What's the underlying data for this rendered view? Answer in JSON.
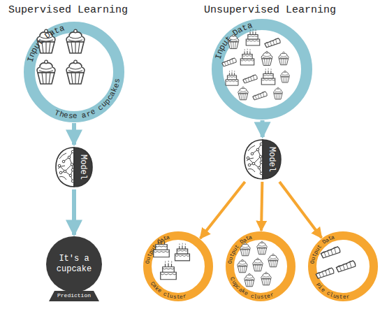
{
  "diagram": {
    "nodes": [
      {
        "text": [
          "Input Data",
          "These are cupcakes"
        ]
      },
      {
        "text": [
          "Model"
        ]
      },
      {
        "text": [
          "It's a cupcake",
          "Prediction"
        ]
      },
      {
        "text": [
          "Input Data"
        ]
      },
      {
        "text": [
          "Model"
        ]
      },
      {
        "text": [
          "Output Data",
          "Cake cluster"
        ]
      },
      {
        "text": [
          "Output Data",
          "Cupcake cluster"
        ]
      },
      {
        "text": [
          "Output Data",
          "Pie cluster"
        ]
      }
    ],
    "edges": [
      {
        "from": 0,
        "to": 1,
        "arrow": "to"
      },
      {
        "from": 1,
        "to": 2,
        "arrow": "to"
      },
      {
        "from": 3,
        "to": 4,
        "arrow": "to"
      },
      {
        "from": 4,
        "to": 5,
        "arrow": "to"
      },
      {
        "from": 4,
        "to": 6,
        "arrow": "to"
      },
      {
        "from": 4,
        "to": 7,
        "arrow": "to"
      }
    ],
    "labels": [
      "Supervised Learning",
      "Unsupervised Learning"
    ]
  }
}
